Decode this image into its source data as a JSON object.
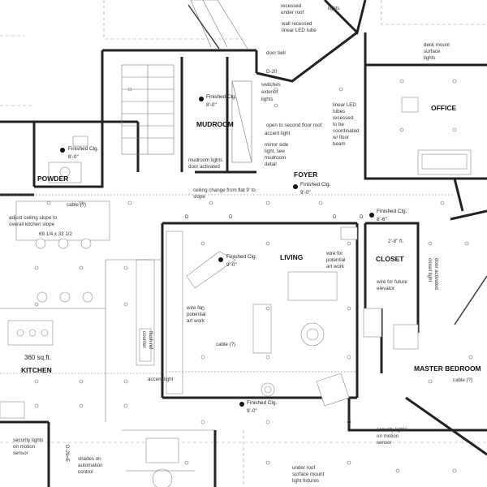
{
  "rooms": {
    "mudroom": "MUDROOM",
    "office": "OFFICE",
    "powder": "POWDER",
    "foyer": "FOYER",
    "living": "LIVING",
    "closet": "CLOSET",
    "kitchen": "KITCHEN",
    "master_bedroom": "MASTER BEDROOM"
  },
  "ceilings": {
    "mudroom": [
      "Finished Clg.",
      "8'-0\""
    ],
    "powder": [
      "Finished Clg.",
      "8'-0\""
    ],
    "foyer": [
      "Finished Clg.",
      "9'-0\""
    ],
    "foyer_east": [
      "Finished Clg.",
      "8'-6\""
    ],
    "living": [
      "Finished Clg.",
      "9'-0\""
    ],
    "south": [
      "Finished Clg.",
      "9'-0\""
    ]
  },
  "annotations": {
    "top_recessed": [
      "recessed",
      "under roof"
    ],
    "top_lights": [
      "lights"
    ],
    "linear_led_tube": [
      "wall recessed",
      "linear LED tube"
    ],
    "door_bell": "door bell",
    "d20": "D-20",
    "switches": [
      "switches",
      "exterior",
      "lights"
    ],
    "open_second_floor": "open to second floor roof",
    "accent_light_top": "accent light",
    "mirror_side": [
      "mirror side",
      "light, see",
      "mudroom",
      "detail"
    ],
    "mudroom_lights": [
      "mudroom lights",
      "door activated"
    ],
    "linear_led_tubes": [
      "linear LED",
      "tubes",
      "recessed,",
      "to be",
      "coordinated",
      "w/ floor",
      "beam"
    ],
    "deck_mount": [
      "deck mount",
      "surface",
      "lights"
    ],
    "cable_kitchen": "cable (?)",
    "ceiling_change": [
      "ceiling change from flat 9' to",
      "slope"
    ],
    "adjust_ceiling": [
      "adjust ceiling slope to",
      "overall kitchen slope"
    ],
    "counter_dims": "69 1/4 x 33 1/2",
    "wire_art_living": [
      "wire for",
      "potential",
      "art work"
    ],
    "closet_dim": "2'-8\" ft.",
    "closet_light": [
      "closet light",
      "door activated"
    ],
    "wire_elevator": [
      "wire for future",
      "elevator"
    ],
    "wire_art_west": [
      "wire for",
      "potential",
      "art work"
    ],
    "cable_living": "cable (?)",
    "counter_flush": [
      "counter",
      "flush ref"
    ],
    "accent_light_bottom": "accent light",
    "kitchen_area": "360 sq.ft.",
    "cable_master": "cable (?)",
    "security_left": [
      "security lights",
      "on motion",
      "sensor"
    ],
    "d29": "D-29=E",
    "shades": [
      "shades on",
      "automation",
      "control"
    ],
    "security_right": [
      "security lights",
      "on motion",
      "sensor"
    ],
    "under_roof": [
      "under roof",
      "surface mount",
      "light fixtures"
    ]
  }
}
